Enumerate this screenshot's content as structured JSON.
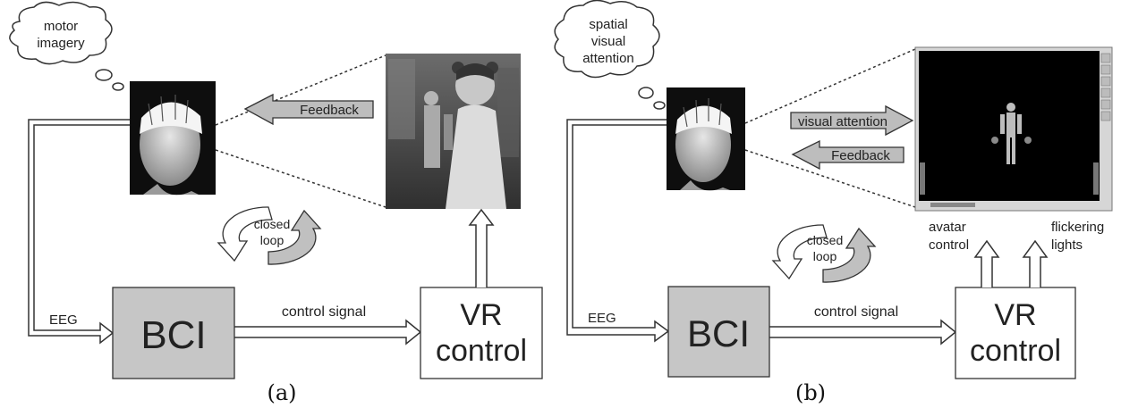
{
  "panel_a": {
    "thought": [
      "motor",
      "imagery"
    ],
    "feedback": "Feedback",
    "closed_loop": [
      "closed",
      "loop"
    ],
    "eeg": "EEG",
    "bci": "BCI",
    "control_signal": "control signal",
    "vr": [
      "VR",
      "control"
    ],
    "caption": "(a)"
  },
  "panel_b": {
    "thought": [
      "spatial",
      "visual",
      "attention"
    ],
    "visual_attention": "visual attention",
    "feedback": "Feedback",
    "closed_loop": [
      "closed",
      "loop"
    ],
    "eeg": "EEG",
    "bci": "BCI",
    "control_signal": "control signal",
    "vr": [
      "VR",
      "control"
    ],
    "avatar_control": [
      "avatar",
      "control"
    ],
    "flickering_lights": [
      "flickering",
      "lights"
    ],
    "caption": "(b)"
  },
  "colors": {
    "block_fill": "#c6c6c6",
    "arrow_fill": "#bdbdbd",
    "line": "#333333"
  }
}
